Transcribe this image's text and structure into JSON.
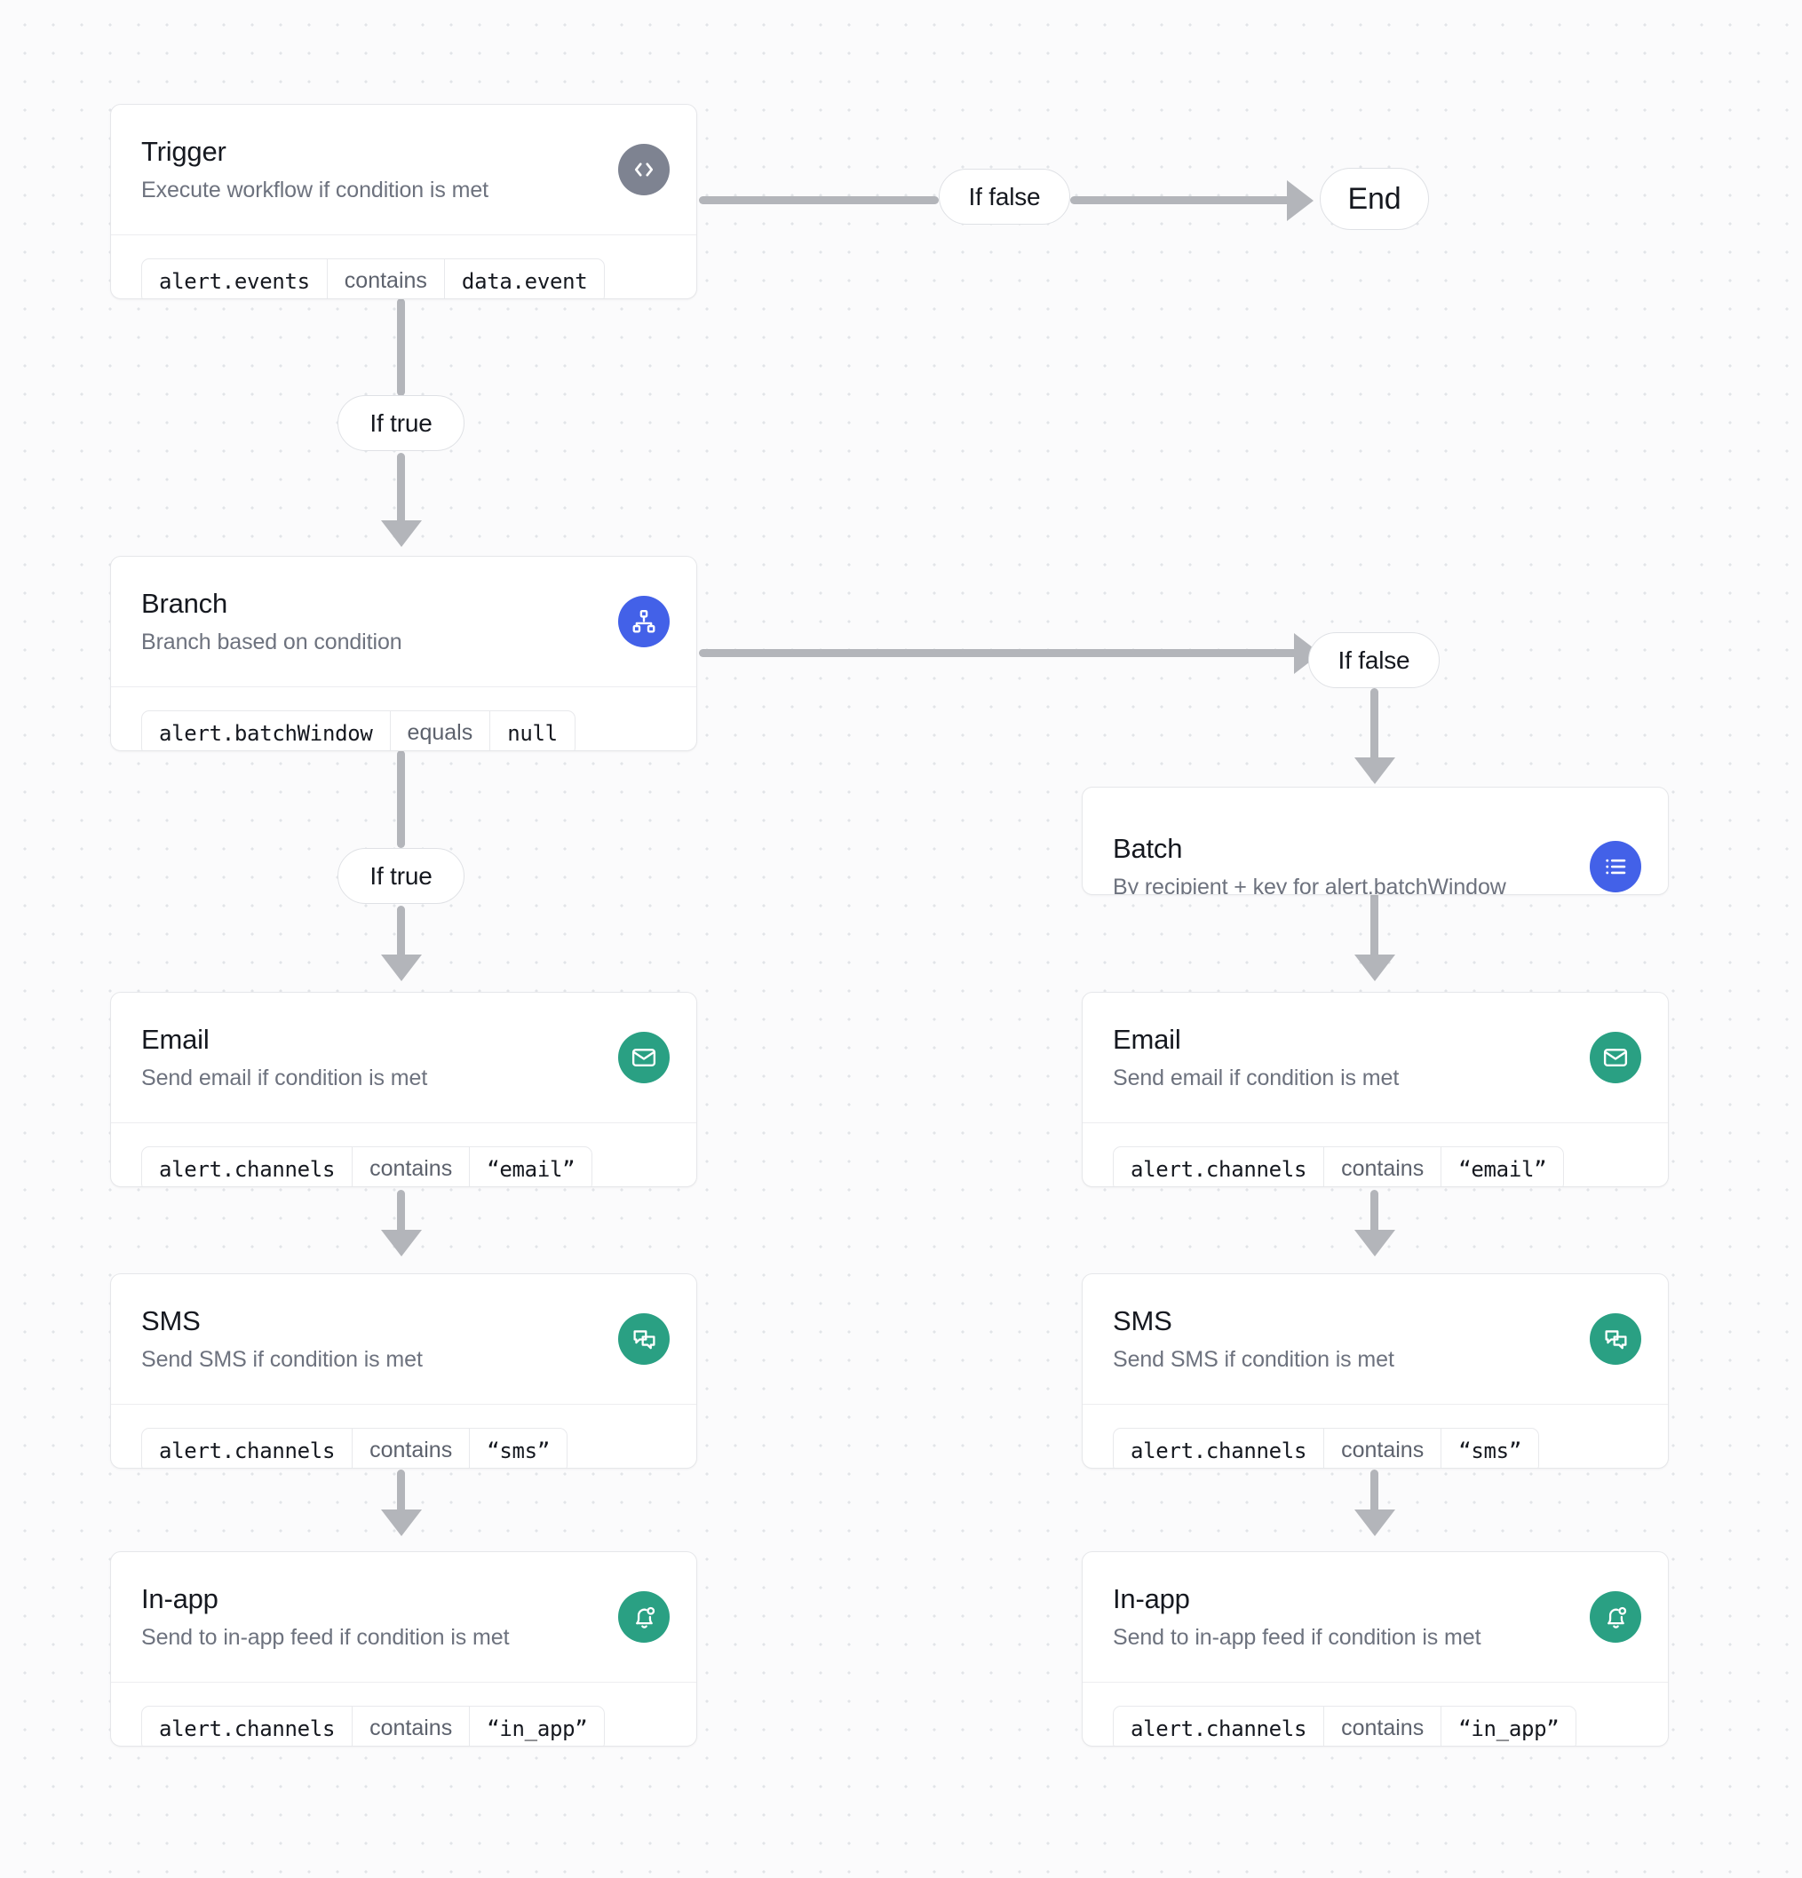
{
  "canvas": {
    "background_color": "#fbfbfc",
    "dot_color": "#e2e4e8",
    "connector_color": "#b3b5ba"
  },
  "colors": {
    "trigger_badge": "#7e8391",
    "branch_badge": "#4361e8",
    "batch_badge": "#4361e8",
    "channel_badge": "#2aa083",
    "title_text": "#15181f",
    "subtitle_text": "#6d727e",
    "card_border": "#e6e7ea"
  },
  "nodes": {
    "trigger": {
      "title": "Trigger",
      "subtitle": "Execute workflow if condition is met",
      "icon": "code-icon",
      "condition": {
        "field": "alert.events",
        "operator": "contains",
        "value": "data.event"
      }
    },
    "branch": {
      "title": "Branch",
      "subtitle": "Branch based on condition",
      "icon": "sitemap-icon",
      "condition": {
        "field": "alert.batchWindow",
        "operator": "equals",
        "value": "null"
      }
    },
    "batch": {
      "title": "Batch",
      "subtitle": "By recipient + key for alert.batchWindow",
      "icon": "list-icon"
    },
    "email_left": {
      "title": "Email",
      "subtitle": "Send email if condition is met",
      "icon": "envelope-icon",
      "condition": {
        "field": "alert.channels",
        "operator": "contains",
        "value": "“email”"
      }
    },
    "sms_left": {
      "title": "SMS",
      "subtitle": "Send SMS if condition is met",
      "icon": "chat-bubbles-icon",
      "condition": {
        "field": "alert.channels",
        "operator": "contains",
        "value": "“sms”"
      }
    },
    "inapp_left": {
      "title": "In-app",
      "subtitle": "Send to in-app feed if condition is met",
      "icon": "bell-dot-icon",
      "condition": {
        "field": "alert.channels",
        "operator": "contains",
        "value": "“in_app”"
      }
    },
    "email_right": {
      "title": "Email",
      "subtitle": "Send email if condition is met",
      "icon": "envelope-icon",
      "condition": {
        "field": "alert.channels",
        "operator": "contains",
        "value": "“email”"
      }
    },
    "sms_right": {
      "title": "SMS",
      "subtitle": "Send SMS if condition is met",
      "icon": "chat-bubbles-icon",
      "condition": {
        "field": "alert.channels",
        "operator": "contains",
        "value": "“sms”"
      }
    },
    "inapp_right": {
      "title": "In-app",
      "subtitle": "Send to in-app feed if condition is met",
      "icon": "bell-dot-icon",
      "condition": {
        "field": "alert.channels",
        "operator": "contains",
        "value": "“in_app”"
      }
    },
    "end": {
      "label": "End"
    }
  },
  "edges": {
    "trigger_false": "If false",
    "trigger_true": "If true",
    "branch_false": "If false",
    "branch_true": "If true"
  }
}
